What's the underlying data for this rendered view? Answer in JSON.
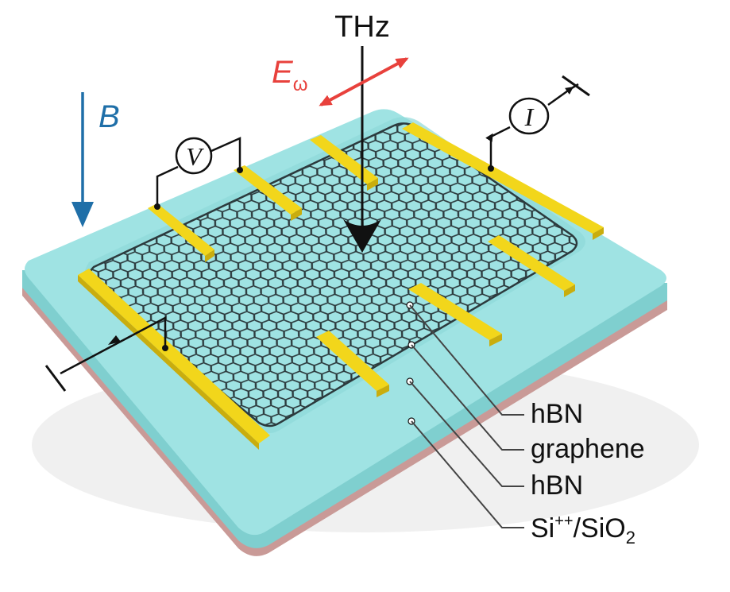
{
  "labels": {
    "thz": "THz",
    "e_field_symbol": "E",
    "e_field_subscript": "ω",
    "magnetic_field": "B",
    "voltmeter": "V",
    "ammeter": "I",
    "layer_hbn_top": "hBN",
    "layer_graphene": "graphene",
    "layer_hbn_bottom": "hBN",
    "layer_substrate_si": "Si",
    "layer_substrate_sup": "++",
    "layer_substrate_sio": "/SiO",
    "layer_substrate_sub": "2"
  },
  "colors": {
    "e_field": "#e8413c",
    "magnetic_field": "#1f6fa8",
    "hbn_top": "#9fe3e3",
    "hbn_side": "#7fcfcf",
    "substrate": "#c99a97",
    "contact": "#f2d61b",
    "contact_shade": "#c9ad0e",
    "graphene_line": "#2c3a3d"
  }
}
